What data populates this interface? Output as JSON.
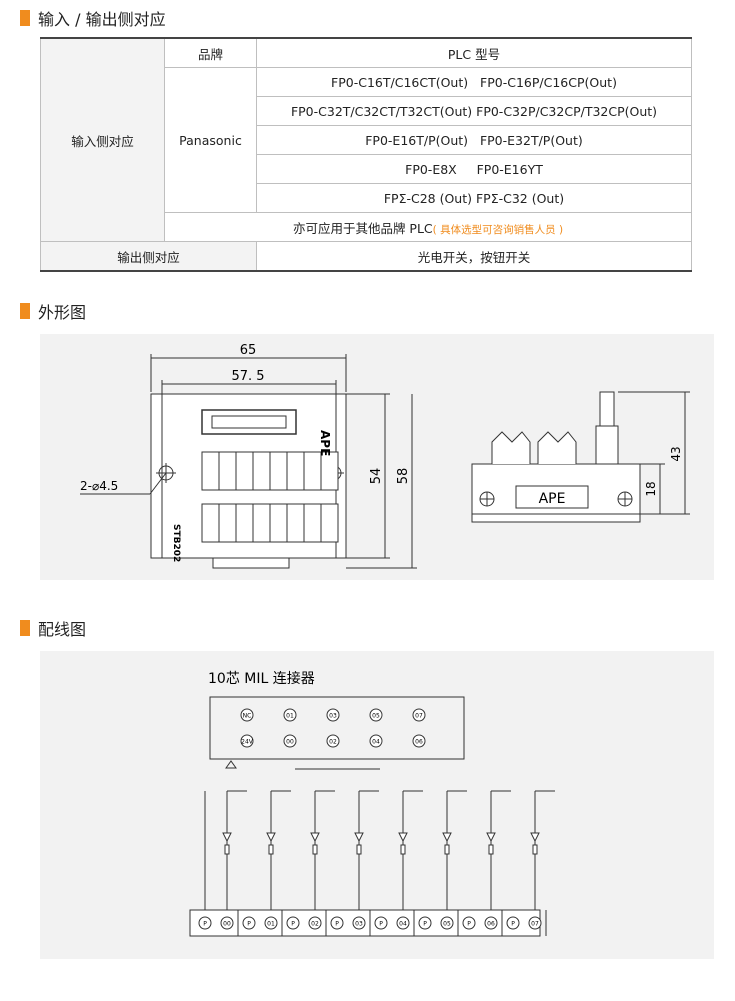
{
  "sections": {
    "io": "输入 / 输出侧对应",
    "outline": "外形图",
    "wiring": "配线图"
  },
  "table": {
    "input_side": "输入侧对应",
    "brand_header": "品牌",
    "model_header": "PLC 型号",
    "brand": "Panasonic",
    "models": [
      "FP0-C16T/C16CT(Out)   FP0-C16P/C16CP(Out)",
      "FP0-C32T/C32CT/T32CT(Out) FP0-C32P/C32CP/T32CP(Out)",
      "FP0-E16T/P(Out)   FP0-E32T/P(Out)",
      "FP0-E8X     FP0-E16YT",
      "FPΣ-C28 (Out) FPΣ-C32 (Out)"
    ],
    "other_brand": "亦可应用于其他品牌 PLC",
    "other_brand_note": "( 具体选型可咨询销售人员 )",
    "output_side": "输出侧对应",
    "output_value": "光电开关，按钮开关"
  },
  "outline": {
    "dim_65": "65",
    "dim_575": "57. 5",
    "dim_54": "54",
    "dim_58": "58",
    "hole": "2-⌀4.5",
    "brand": "APE",
    "model": "STB202",
    "dim_43": "43",
    "dim_18": "18",
    "side_brand": "APE"
  },
  "wiring": {
    "connector_label": "10芯 MIL 连接器",
    "top_row": [
      "NC",
      "01",
      "03",
      "05",
      "07"
    ],
    "bottom_row": [
      "24V",
      "00",
      "02",
      "04",
      "06"
    ],
    "terminals": [
      "P",
      "00",
      "P",
      "01",
      "P",
      "02",
      "P",
      "03",
      "P",
      "04",
      "P",
      "05",
      "P",
      "06",
      "P",
      "07"
    ]
  },
  "colors": {
    "accent": "#f08c1e",
    "panel": "#f2f2f2"
  }
}
